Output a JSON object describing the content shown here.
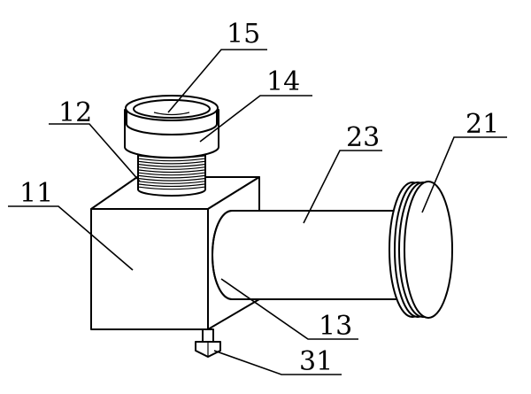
{
  "labels": {
    "l15": "15",
    "l14": "14",
    "l12": "12",
    "l23": "23",
    "l21": "21",
    "l11": "11",
    "l13": "13",
    "l31": "31"
  },
  "colors": {
    "line": "#000000",
    "background": "#ffffff"
  }
}
